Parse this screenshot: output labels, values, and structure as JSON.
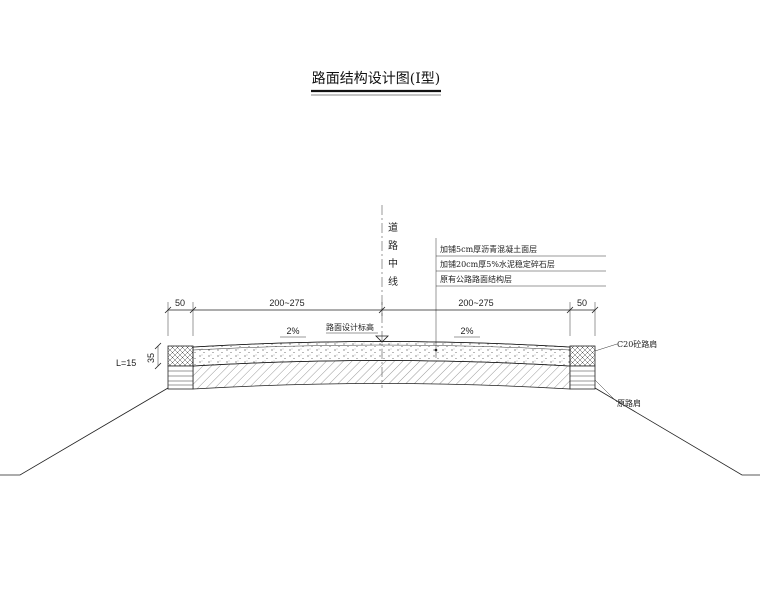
{
  "title": "路面结构设计图(Ⅰ型)",
  "centerline_label": [
    "道",
    "路",
    "中",
    "线"
  ],
  "layers": [
    "加铺5cm厚沥青混凝土面层",
    "加铺20cm厚5%水泥稳定碎石层",
    "原有公路路面结构层"
  ],
  "dimensions": {
    "left_shoulder": "50",
    "left_lane": "200~275",
    "right_lane": "200~275",
    "right_shoulder": "50",
    "curb_height": "35",
    "slope_length": "L=15"
  },
  "crossfall_left": "2%",
  "crossfall_right": "2%",
  "design_elevation": "路面设计标高",
  "curb_labels": {
    "new_curb": "C20砼路肩",
    "old_curb": "原路肩"
  },
  "colors": {
    "line": "#222222",
    "hatch": "#555555"
  }
}
